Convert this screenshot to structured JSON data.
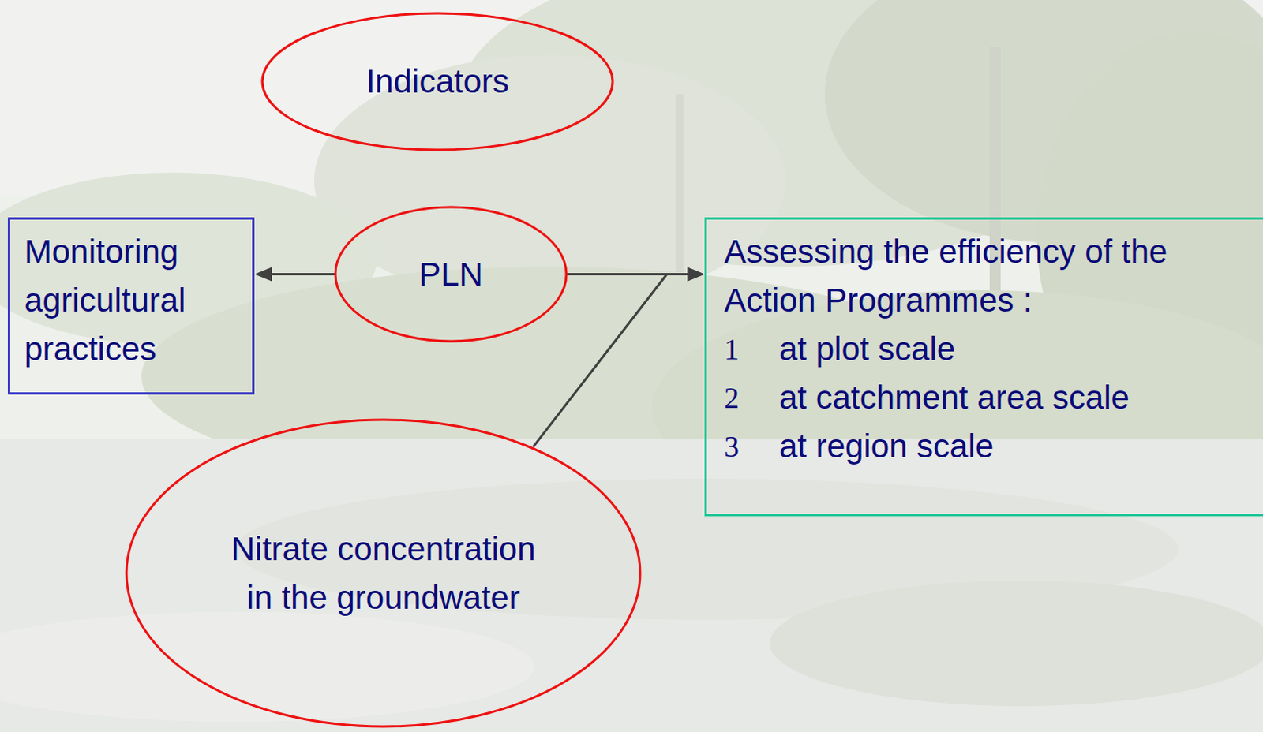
{
  "diagram": {
    "nodes": [
      {
        "text": [
          "Indicators"
        ]
      },
      {
        "text": [
          "Monitoring agricultural practices"
        ]
      },
      {
        "text": [
          "PLN"
        ]
      },
      {
        "text": [
          "Assessing the efficiency of the Action Programmes :",
          "1",
          "at plot scale",
          "2",
          "at catchment area scale",
          "3",
          "at region scale"
        ]
      },
      {
        "text": [
          "Nitrate concentration in the groundwater"
        ]
      }
    ],
    "edges": [
      {
        "from": 2,
        "to": 1,
        "arrow": "to"
      },
      {
        "from": 2,
        "to": 3,
        "arrow": "to"
      },
      {
        "from": 4,
        "to": 3,
        "arrow": "to"
      }
    ]
  }
}
